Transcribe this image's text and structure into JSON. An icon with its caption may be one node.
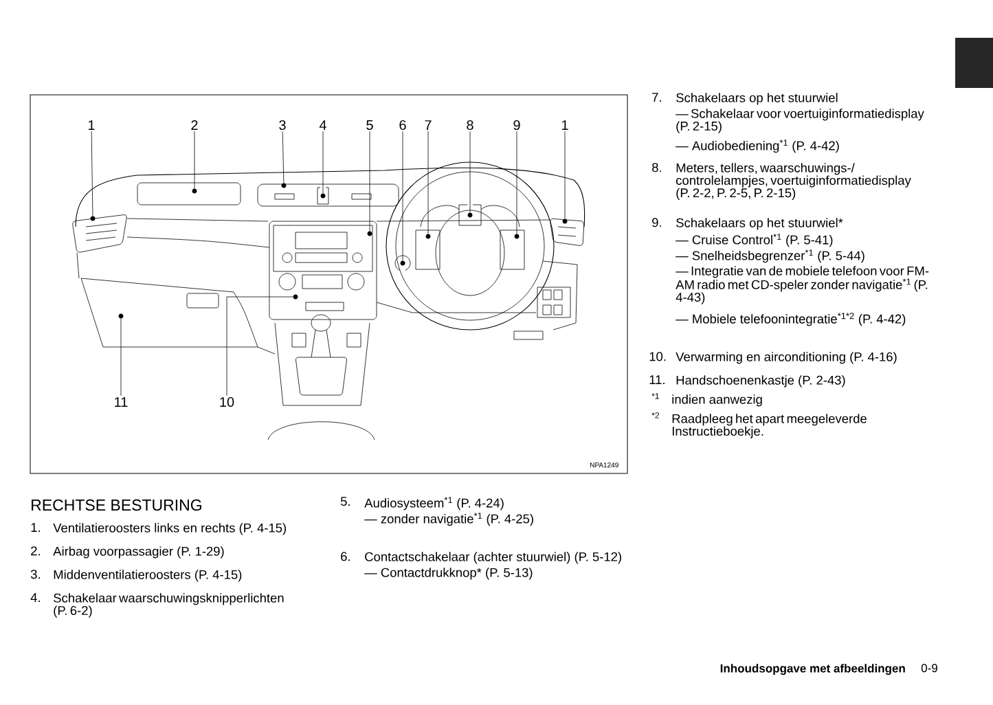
{
  "diagram": {
    "title": "RECHTSE BESTURING",
    "nodes": [
      {
        "text": [
          "1"
        ]
      },
      {
        "text": [
          "2"
        ]
      },
      {
        "text": [
          "3"
        ]
      },
      {
        "text": [
          "4"
        ]
      },
      {
        "text": [
          "5"
        ]
      },
      {
        "text": [
          "6"
        ]
      },
      {
        "text": [
          "7"
        ]
      },
      {
        "text": [
          "8"
        ]
      },
      {
        "text": [
          "9"
        ]
      },
      {
        "text": [
          "1"
        ]
      },
      {
        "text": [
          "11"
        ]
      },
      {
        "text": [
          "10"
        ]
      },
      {
        "text": [],
        "shape": "circle"
      },
      {
        "text": [],
        "shape": "circle"
      },
      {
        "text": [],
        "shape": "circle"
      },
      {
        "text": [],
        "shape": "circle"
      },
      {
        "text": [],
        "shape": "circle"
      },
      {
        "text": [],
        "shape": "circle"
      },
      {
        "text": [],
        "shape": "circle"
      },
      {
        "text": [],
        "shape": "circle"
      },
      {
        "text": [],
        "shape": "circle"
      },
      {
        "text": [],
        "shape": "circle"
      },
      {
        "text": [],
        "shape": "circle"
      },
      {
        "text": [],
        "shape": "circle"
      }
    ],
    "edges": [
      {
        "from": 0,
        "to": 12,
        "arrow": "none"
      },
      {
        "from": 1,
        "to": 13,
        "arrow": "none"
      },
      {
        "from": 2,
        "to": 14,
        "arrow": "none"
      },
      {
        "from": 3,
        "to": 15,
        "arrow": "none"
      },
      {
        "from": 4,
        "to": 16,
        "arrow": "none"
      },
      {
        "from": 5,
        "to": 17,
        "arrow": "none"
      },
      {
        "from": 6,
        "to": 18,
        "arrow": "none"
      },
      {
        "from": 7,
        "to": 19,
        "arrow": "none"
      },
      {
        "from": 8,
        "to": 20,
        "arrow": "none"
      },
      {
        "from": 9,
        "to": 21,
        "arrow": "none"
      },
      {
        "from": 10,
        "to": 22,
        "arrow": "none"
      },
      {
        "from": 11,
        "to": 23,
        "arrow": "none"
      }
    ],
    "labels": [
      "1.",
      "Ventilatieroosters links en rechts (P. 4-15)",
      "2.",
      "Airbag voorpassagier (P. 1-29)",
      "3.",
      "Middenventilatieroosters (P. 4-15)",
      "4.",
      "Schakelaar waarschuwingsknipperlichten (P. 6-2)",
      "5.",
      "Audiosysteem$^{*1}$ (P. 4-24)",
      "— zonder navigatie$^{*1}$ (P. 4-25)",
      "6.",
      "Contactschakelaar (achter stuurwiel) (P. 5-12)",
      "— Contactdrukknop* (P. 5-13)",
      "7.",
      "Schakelaars op het stuurwiel",
      "— Schakelaar voor voertuiginformatiedisplay (P. 2-15)",
      "— Audiobediening$^{*1}$ (P. 4-42)",
      "8.",
      "Meters, tellers, waarschuwings-/ controlelampjes, voertuiginformatiedisplay (P. 2-2, P. 2-5, P. 2-15)",
      "9.",
      "Schakelaars op het stuurwiel*",
      "— Cruise Control$^{*1}$ (P. 5-41)",
      "— Snelheidsbegrenzer$^{*1}$ (P. 5-44)",
      "— Integratie van de mobiele telefoon voor FM-AM radio met CD-speler zonder navigatie$^{*1}$ (P. 4-43)",
      "— Mobiele telefoonintegratie$^{*1*2}$ (P. 4-42)",
      "10.",
      "Verwarming en airconditioning (P. 4-16)",
      "11.",
      "Handschoenenkastje (P. 2-43)",
      "*1",
      "indien aanwezig",
      "*2",
      "Raadpleeg het apart meegeleverde Instructieboekje.",
      "NPA1249",
      "Inhoudsopgave met afbeeldingen",
      "0-9"
    ]
  }
}
